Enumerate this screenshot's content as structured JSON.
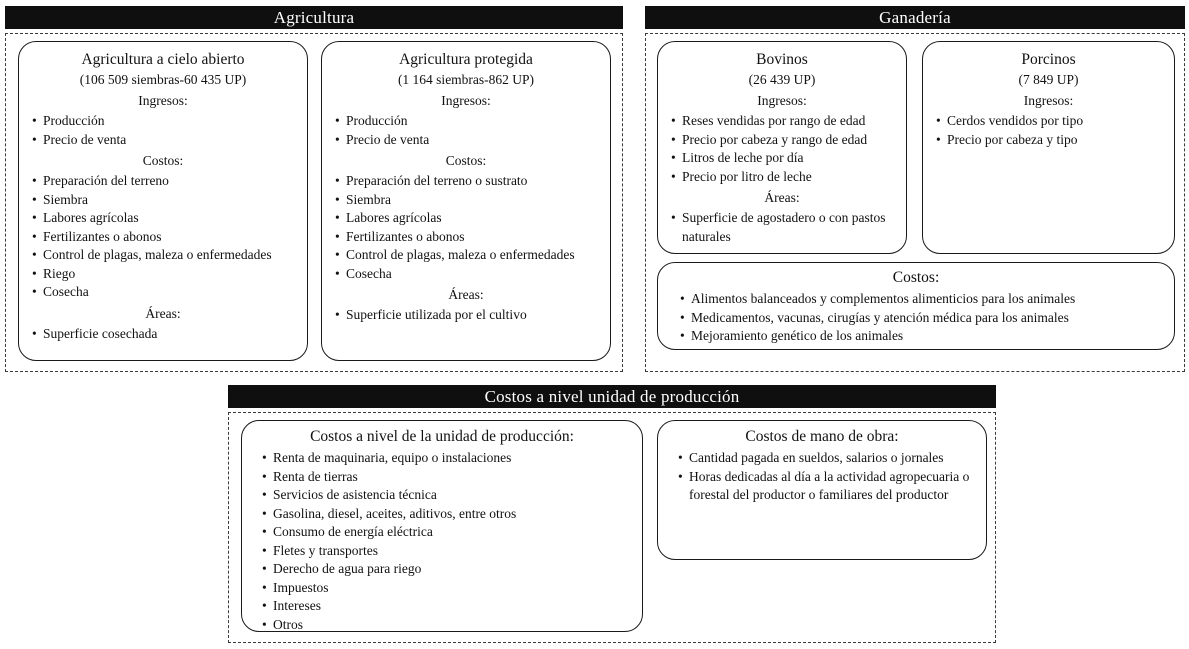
{
  "colors": {
    "header_bg": "#0f0f0f",
    "header_text": "#ffffff",
    "box_border": "#1a1a1a"
  },
  "panels": {
    "agricultura": {
      "title": "Agricultura",
      "boxes": [
        {
          "title": "Agricultura a cielo abierto",
          "subtitle": "(106 509 siembras-60 435 UP)",
          "sections": [
            {
              "label": "Ingresos:",
              "items": [
                "Producción",
                "Precio de venta"
              ]
            },
            {
              "label": "Costos:",
              "items": [
                "Preparación del terreno",
                "Siembra",
                "Labores agrícolas",
                "Fertilizantes o abonos",
                "Control de plagas, maleza o enfermedades",
                "Riego",
                "Cosecha"
              ]
            },
            {
              "label": "Áreas:",
              "items": [
                "Superficie cosechada"
              ]
            }
          ]
        },
        {
          "title": "Agricultura protegida",
          "subtitle": "(1 164 siembras-862 UP)",
          "sections": [
            {
              "label": "Ingresos:",
              "items": [
                "Producción",
                "Precio de venta"
              ]
            },
            {
              "label": "Costos:",
              "items": [
                "Preparación del terreno o sustrato",
                "Siembra",
                "Labores agrícolas",
                "Fertilizantes o abonos",
                "Control de plagas, maleza o enfermedades",
                "Cosecha"
              ]
            },
            {
              "label": "Áreas:",
              "items": [
                "Superficie utilizada por el cultivo"
              ]
            }
          ]
        }
      ]
    },
    "ganaderia": {
      "title": "Ganadería",
      "boxes": [
        {
          "title": "Bovinos",
          "subtitle": "(26 439 UP)",
          "sections": [
            {
              "label": "Ingresos:",
              "items": [
                "Reses vendidas por rango de edad",
                "Precio por cabeza y rango de edad",
                "Litros de leche por día",
                "Precio por litro de leche"
              ]
            },
            {
              "label": "Áreas:",
              "items": [
                "Superficie de agostadero o con pastos naturales"
              ]
            }
          ]
        },
        {
          "title": "Porcinos",
          "subtitle": "(7 849 UP)",
          "sections": [
            {
              "label": "Ingresos:",
              "items": [
                "Cerdos vendidos por tipo",
                "Precio por cabeza y tipo"
              ]
            }
          ]
        },
        {
          "title": "Costos:",
          "items": [
            "Alimentos balanceados y complementos alimenticios para los animales",
            "Medicamentos, vacunas, cirugías y atención médica para los animales",
            "Mejoramiento genético de los animales"
          ]
        }
      ]
    },
    "costos_up": {
      "title": "Costos a nivel unidad de producción",
      "boxes": [
        {
          "title": "Costos a nivel de la unidad de producción:",
          "items": [
            "Renta de maquinaria, equipo o instalaciones",
            "Renta de tierras",
            "Servicios de asistencia técnica",
            "Gasolina, diesel, aceites, aditivos, entre otros",
            "Consumo de energía eléctrica",
            "Fletes y transportes",
            "Derecho de agua para riego",
            "Impuestos",
            "Intereses",
            "Otros"
          ]
        },
        {
          "title": "Costos de mano de obra:",
          "items": [
            "Cantidad pagada en sueldos, salarios o jornales",
            "Horas dedicadas al día a la actividad agropecuaria o forestal del productor o familiares del productor"
          ]
        }
      ]
    }
  }
}
